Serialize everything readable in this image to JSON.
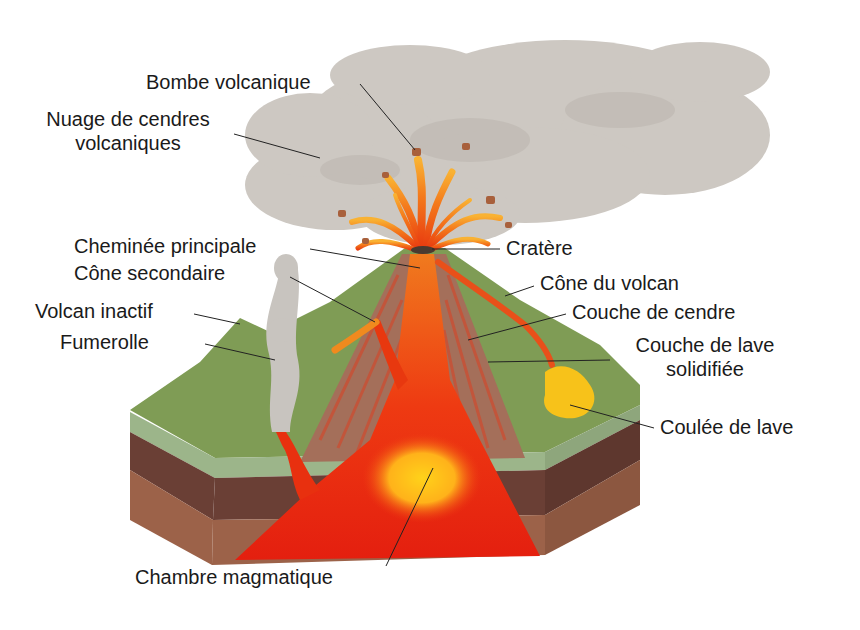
{
  "diagram": {
    "labels": [
      "Bombe volcanique",
      "Nuage de cendres volcaniques",
      "Cheminée principale",
      "Cône secondaire",
      "Volcan inactif",
      "Fumerolle",
      "Cratère",
      "Cône du volcan",
      "Couche de cendre",
      "Couche de lave solidifiée",
      "Coulée de lave",
      "Chambre magmatique"
    ]
  }
}
